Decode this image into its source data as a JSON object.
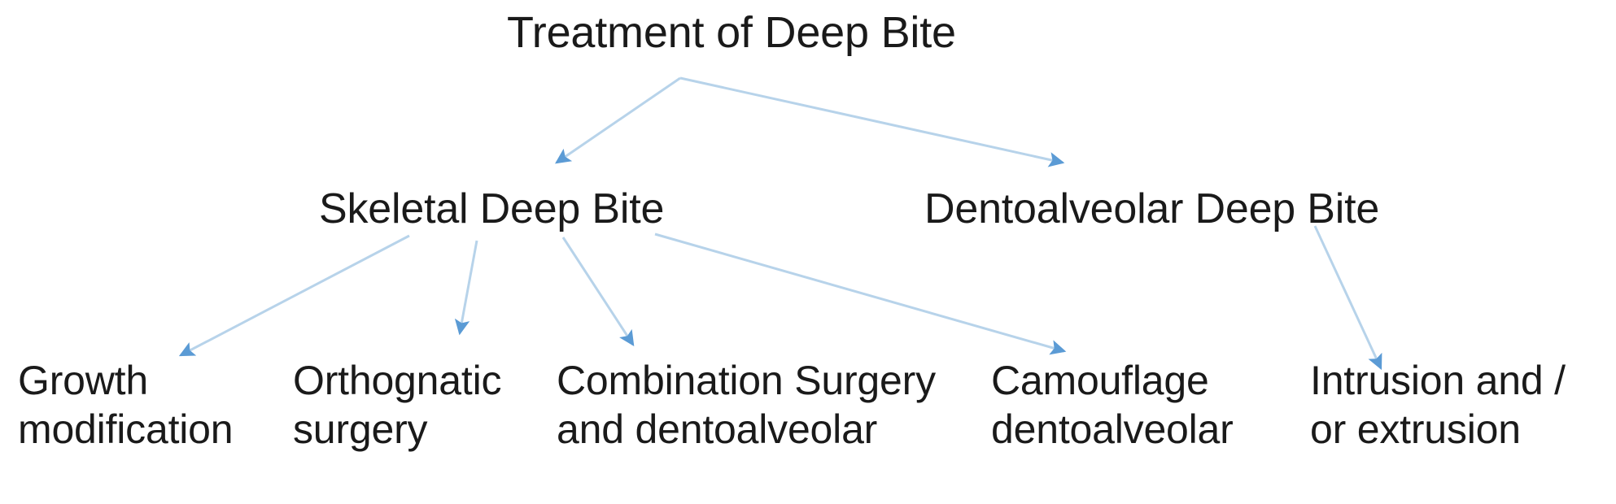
{
  "diagram": {
    "type": "flowchart-tree",
    "title": "Treatment of Deep Bite",
    "background_color": "#ffffff",
    "text_color": "#1a1a1a",
    "edge_line_color": "#b7d3ea",
    "edge_arrow_color": "#5b9bd5",
    "root": {
      "id": "treatment-of-deep-bite",
      "label": "Treatment of Deep Bite"
    },
    "level1": [
      {
        "id": "skeletal-deep-bite",
        "label": "Skeletal Deep Bite"
      },
      {
        "id": "dentoalveolar-deep-bite",
        "label": "Dentoalveolar Deep Bite"
      }
    ],
    "leaves": [
      {
        "id": "growth-modification",
        "label": "Growth\nmodification",
        "parent": "skeletal-deep-bite"
      },
      {
        "id": "orthognatic-surgery",
        "label": "Orthognatic\nsurgery",
        "parent": "skeletal-deep-bite"
      },
      {
        "id": "combination-surgery-dentoalveolar",
        "label": "Combination Surgery\nand dentoalveolar",
        "parent": "skeletal-deep-bite"
      },
      {
        "id": "camouflage-dentoalveolar",
        "label": "Camouflage\ndentoalveolar",
        "parent": "skeletal-deep-bite"
      },
      {
        "id": "intrusion-or-extrusion",
        "label": "Intrusion and /\nor extrusion",
        "parent": "dentoalveolar-deep-bite"
      }
    ],
    "edges": [
      {
        "from": "treatment-of-deep-bite",
        "to": "skeletal-deep-bite"
      },
      {
        "from": "treatment-of-deep-bite",
        "to": "dentoalveolar-deep-bite"
      },
      {
        "from": "skeletal-deep-bite",
        "to": "growth-modification"
      },
      {
        "from": "skeletal-deep-bite",
        "to": "orthognatic-surgery"
      },
      {
        "from": "skeletal-deep-bite",
        "to": "combination-surgery-dentoalveolar"
      },
      {
        "from": "skeletal-deep-bite",
        "to": "camouflage-dentoalveolar"
      },
      {
        "from": "dentoalveolar-deep-bite",
        "to": "intrusion-or-extrusion"
      }
    ]
  }
}
